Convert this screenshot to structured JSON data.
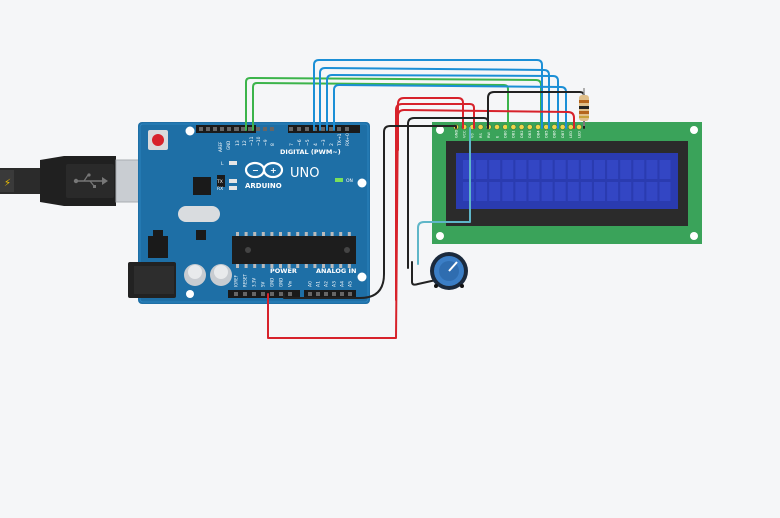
{
  "colors": {
    "background": "#f5f6f8",
    "arduino_board": "#1e6fa6",
    "lcd_pcb": "#3aa35a",
    "lcd_screen": "#2a3bb0",
    "wire_red": "#d7222b",
    "wire_blue": "#1b8fd6",
    "wire_green": "#3cb44b",
    "wire_black": "#222222",
    "wire_teal": "#5fb6c8"
  },
  "board": {
    "brand": "ARDUINO",
    "model": "UNO",
    "header_title": "DIGITAL (PWM~)",
    "power_label": "POWER",
    "analog_label": "ANALOG IN",
    "on_label": "ON",
    "led_l": "L",
    "led_tx": "TX",
    "led_rx": "RX",
    "aref": "AREF",
    "gnd": "GND",
    "digital_pins": [
      "13",
      "12",
      "~11",
      "~10",
      "~9",
      "8",
      "7",
      "~6",
      "~5",
      "4",
      "~3",
      "2",
      "TX→1",
      "RX←0"
    ],
    "power_pins": [
      "IOREF",
      "RESET",
      "3.3V",
      "5V",
      "GND",
      "GND",
      "Vin"
    ],
    "analog_pins": [
      "A0",
      "A1",
      "A2",
      "A3",
      "A4",
      "A5"
    ]
  },
  "lcd": {
    "pin_labels": [
      "GND",
      "VCC",
      "V0",
      "RS",
      "RW",
      "E",
      "DB0",
      "DB1",
      "DB2",
      "DB3",
      "DB4",
      "DB5",
      "DB6",
      "DB7",
      "LED",
      "LED"
    ]
  },
  "icons": {
    "usb": "usb-icon",
    "arduino_logo": "infinity-logo-icon",
    "potentiometer": "potentiometer-icon",
    "resistor": "resistor-icon"
  }
}
